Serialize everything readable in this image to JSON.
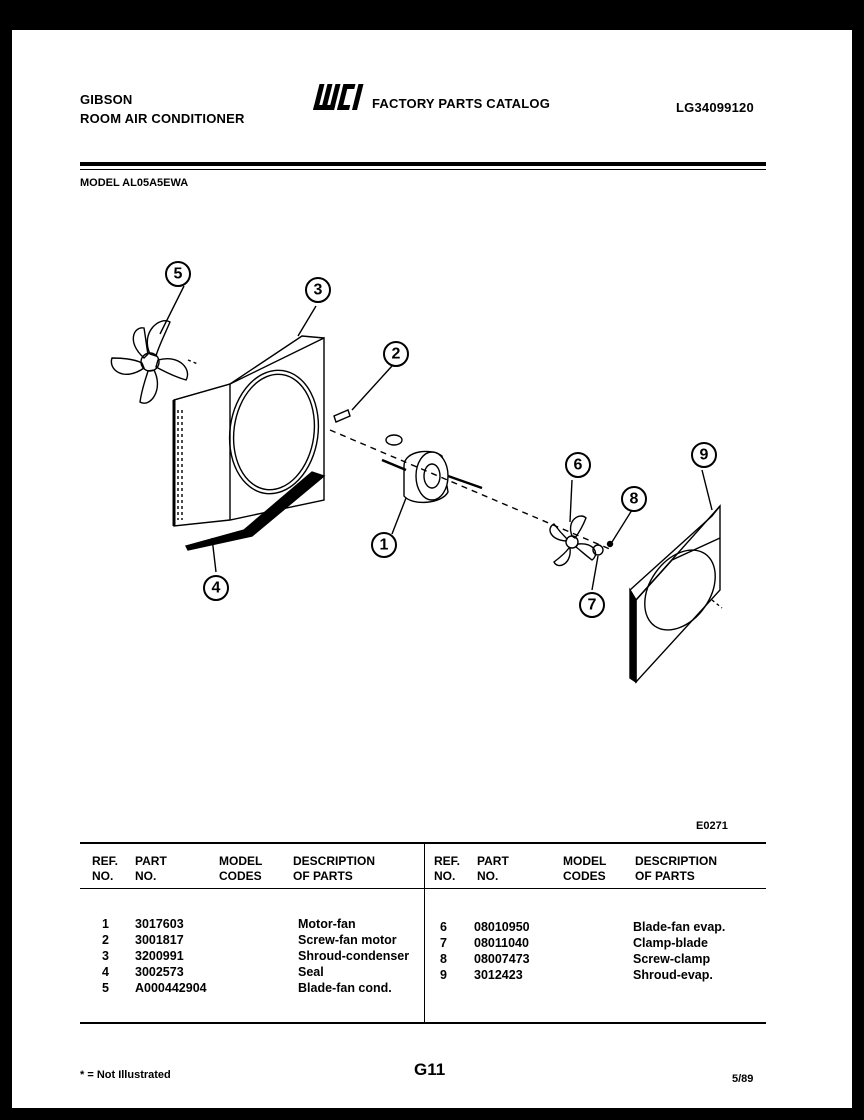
{
  "header": {
    "brand": "GIBSON",
    "product": "ROOM AIR CONDITIONER",
    "logo": "WCI",
    "catalog_title": "FACTORY PARTS CATALOG",
    "catalog_code": "LG34099120",
    "model_line": "MODEL AL05A5EWA"
  },
  "diagram": {
    "figure_code": "E0271",
    "callouts": [
      "1",
      "2",
      "3",
      "4",
      "5",
      "6",
      "7",
      "8",
      "9"
    ]
  },
  "table": {
    "headers": {
      "ref_no": [
        "REF.",
        "NO."
      ],
      "part_no": [
        "PART",
        "NO."
      ],
      "model_codes": [
        "MODEL",
        "CODES"
      ],
      "description": [
        "DESCRIPTION",
        "OF PARTS"
      ]
    },
    "left_rows": [
      {
        "ref": "1",
        "part": "3017603",
        "codes": "",
        "desc": "Motor-fan"
      },
      {
        "ref": "2",
        "part": "3001817",
        "codes": "",
        "desc": "Screw-fan motor"
      },
      {
        "ref": "3",
        "part": "3200991",
        "codes": "",
        "desc": "Shroud-condenser"
      },
      {
        "ref": "4",
        "part": "3002573",
        "codes": "",
        "desc": "Seal"
      },
      {
        "ref": "5",
        "part": "A000442904",
        "codes": "",
        "desc": "Blade-fan cond."
      }
    ],
    "right_rows": [
      {
        "ref": "6",
        "part": "08010950",
        "codes": "",
        "desc": "Blade-fan evap."
      },
      {
        "ref": "7",
        "part": "08011040",
        "codes": "",
        "desc": "Clamp-blade"
      },
      {
        "ref": "8",
        "part": "08007473",
        "codes": "",
        "desc": "Screw-clamp"
      },
      {
        "ref": "9",
        "part": "3012423",
        "codes": "",
        "desc": "Shroud-evap."
      }
    ]
  },
  "footer": {
    "note": "* = Not Illustrated",
    "page": "G11",
    "date": "5/89"
  }
}
